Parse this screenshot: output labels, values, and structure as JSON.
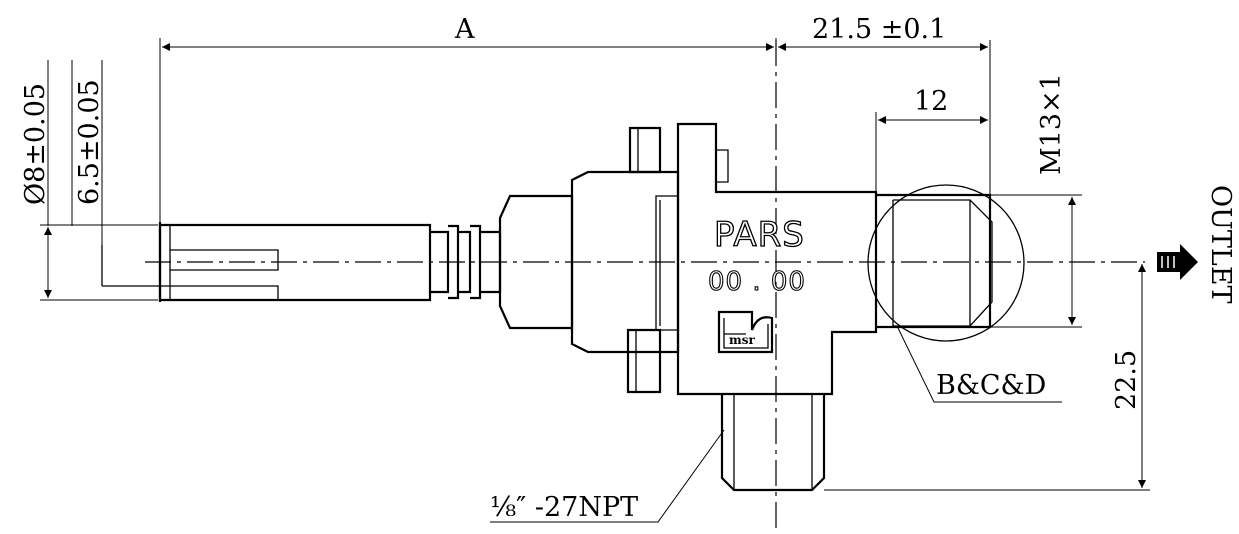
{
  "dimensions": {
    "length_a": "A",
    "body_length": "21.5 ±0.1",
    "thread_length": "12",
    "thread_spec": "M13×1",
    "shaft_diameter": "Ø8±0.05",
    "flat_width": "6.5±0.05",
    "outlet_height": "22.5"
  },
  "labels": {
    "outlet": "OUTLET",
    "seal_callout": "B&C&D",
    "inlet_thread": "⅛″ -27NPT"
  },
  "marking": {
    "brand": "PARS",
    "code": "00 . 00",
    "logo_text": "msr"
  }
}
